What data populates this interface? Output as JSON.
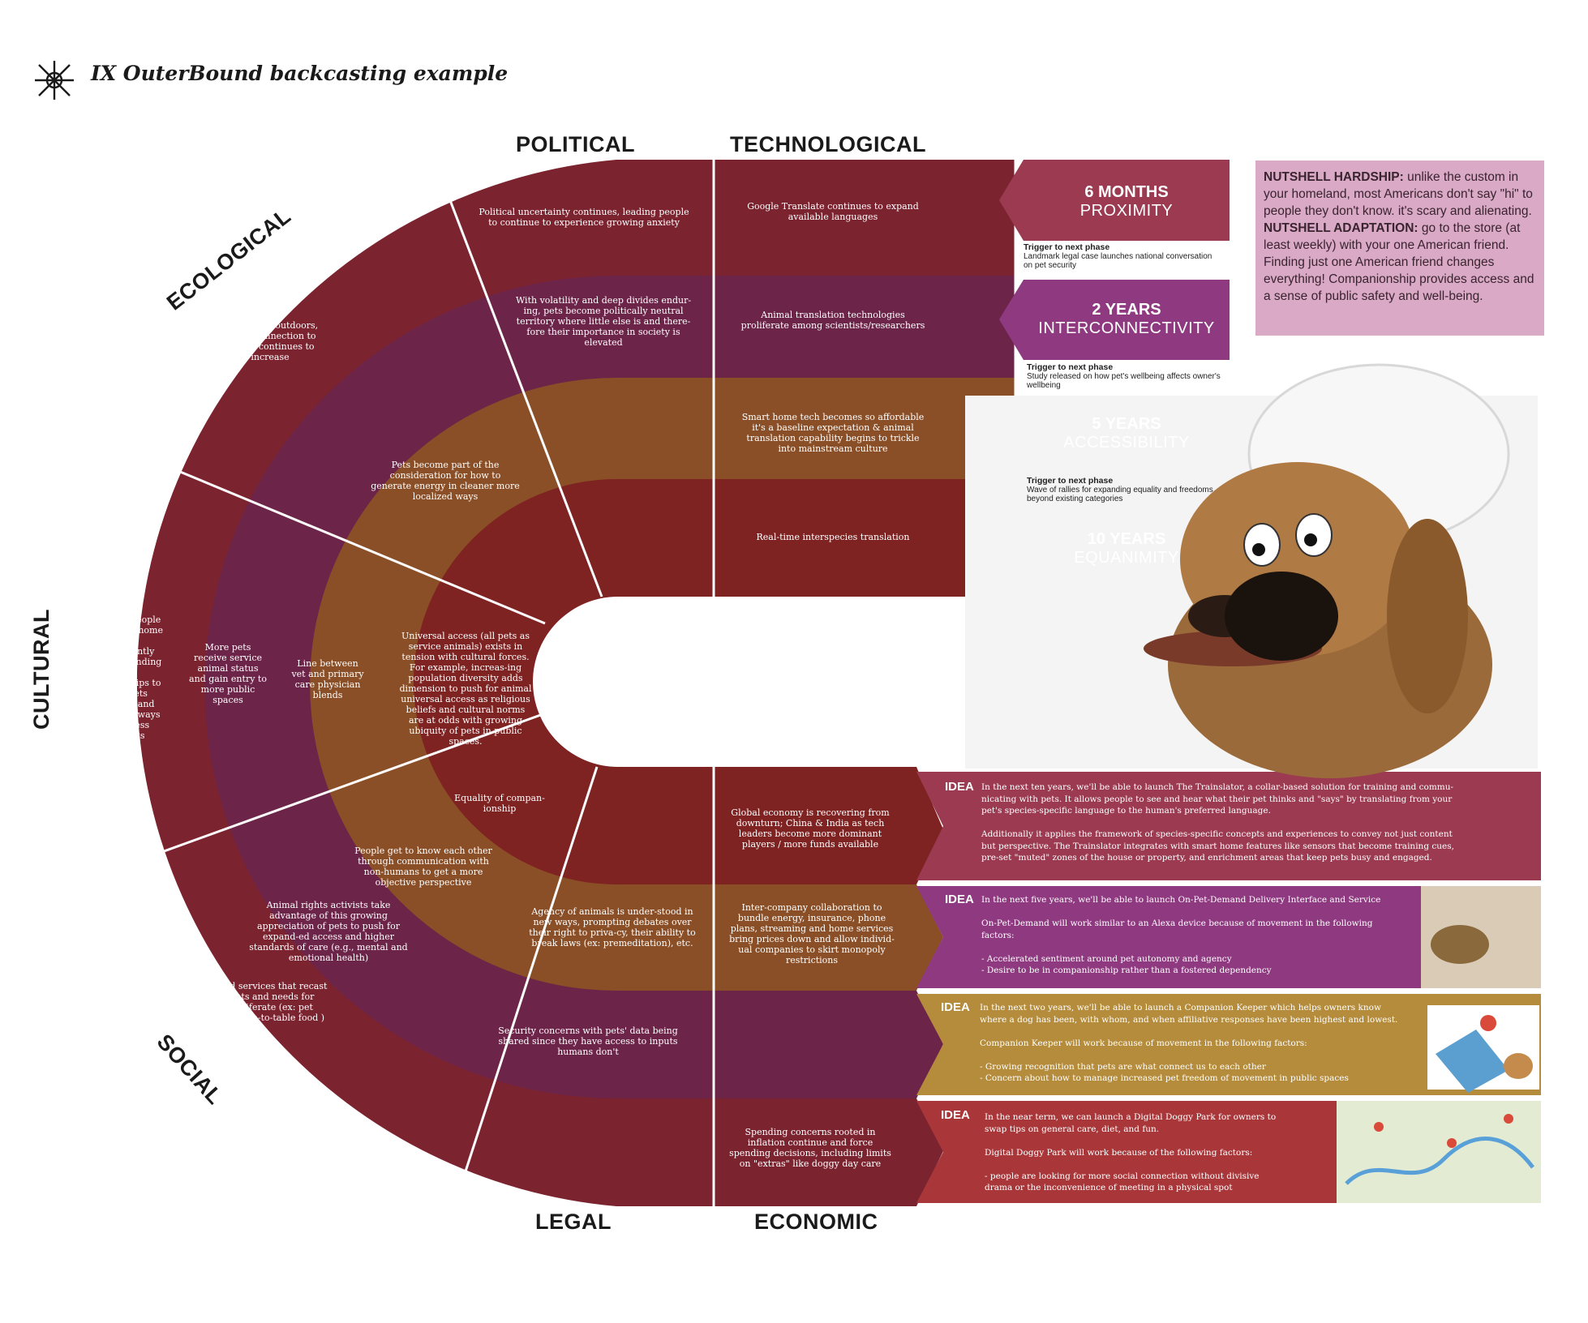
{
  "title": "IX OuterBound backcasting example",
  "colors": {
    "deep_red": "#7c2330",
    "plum": "#6d2449",
    "orange": "#8a4f27",
    "crimson": "#7e2222",
    "phase1": "#9b3a50",
    "phase2": "#8f3a80",
    "phase3": "#b48c3c",
    "phase4": "#a9373a",
    "nutshell_bg": "#d9a9c5"
  },
  "dimensions": {
    "political": "POLITICAL",
    "technological": "TECHNOLOGICAL",
    "ecological": "ECOLOGICAL",
    "cultural": "CULTURAL",
    "social": "SOCIAL",
    "legal": "LEGAL",
    "economic": "ECONOMIC"
  },
  "segments": {
    "pol_outer": "Political  uncertainty continues,  leading people to continue to experience growing anxiety",
    "pol_ring2": "With volatility and deep divides endur-ing, pets become politically neutral territory where little else is and there-fore their importance in society is elevated",
    "tech_1": "Google Translate continues to expand available languages",
    "tech_2": "Animal translation technologies proliferate among scientists/researchers",
    "tech_3": "Smart home tech becomes so affordable it's a baseline expectation & animal translation capability begins to trickle into mainstream culture",
    "tech_4": "Real-time interspecies translation",
    "eco_outer": "Time spent outdoors, closer connection to nature continues to increase",
    "eco_ring3": "Pets become part of the consideration for how to generate energy in cleaner more localized ways",
    "cult_outer": "As more people work from home more permanently they are finding their relationships to their pets evolving and need new ways to address conflicts",
    "cult_ring2": "More pets receive service animal status and gain entry to more public spaces",
    "cult_ring3": "Line between vet and primary care physician blends",
    "cult_ring4": "Universal access (all pets as service animals) exists in tension with cultural forces. For example, increas-ing population diversity adds dimension to push for animal universal access as religious beliefs and cultural norms are at odds with growing ubiquity of pets in public spaces.",
    "soc_ring4": "Equality of compan-ionship",
    "soc_ring3": "People get to know each other through communication with non-humans to get a more objective perspective",
    "soc_ring2": "Animal rights activists take advantage of this growing appreciation of pets to push for expand-ed access and higher standards of care (e.g., mental and emotional health)",
    "soc_outer": "Products and services that recast human wants and needs for animals proliferate (ex: pet insurance & farm-to-table food )",
    "legal_ring3": "Agency of animals is under-stood in new ways, prompting debates over their right to priva-cy, their ability to break laws (ex: premeditation), etc.",
    "legal_ring2": "Security concerns with pets' data being shared since they have access to inputs humans don't",
    "econ_1": "Global economy is recovering from downturn; China & India as tech leaders become more dominant players / more funds available",
    "econ_2": "Inter-company collaboration to bundle energy, insurance, phone plans, streaming and home services bring prices down and allow individ-ual companies to skirt monopoly restrictions",
    "econ_4": "Spending concerns rooted in inflation continue and force spending decisions, including limits on \"extras\" like doggy day care"
  },
  "phases": [
    {
      "time": "6 MONTHS",
      "name": "PROXIMITY",
      "trigger_label": "Trigger to next phase",
      "trigger": "Landmark legal case launches national conversation on pet security"
    },
    {
      "time": "2 YEARS",
      "name": "INTERCONNECTIVITY",
      "trigger_label": "Trigger to next phase",
      "trigger": "Study released on how pet's wellbeing affects owner's wellbeing"
    },
    {
      "time": "5 YEARS",
      "name": "ACCESSIBILITY",
      "trigger_label": "Trigger to next phase",
      "trigger": "Wave of rallies for expanding equality and freedoms beyond existing categories"
    },
    {
      "time": "10 YEARS",
      "name": "EQUANIMITY",
      "trigger_label": "",
      "trigger": ""
    }
  ],
  "nutshell": {
    "hardship_label": "NUTSHELL HARDSHIP:",
    "hardship": " unlike the custom in your homeland, most Americans don't say \"hi\" to people they don't know. it's scary and alienating.",
    "adaptation_label": "NUTSHELL ADAPTATION:",
    "adaptation": " go to the store (at least weekly) with your one American friend. Finding just one American friend changes everything! Companionship provides access and a sense of public safety and well-being."
  },
  "ideas": [
    {
      "tag": "IDEA",
      "text": "In the next ten years, we'll be able to launch The Trainslator, a collar-based solution for training and commu-\nnicating with pets. It allows people to see and hear what their pet thinks and \"says\" by translating from your\npet's species-specific language to the human's preferred language.\n\nAdditionally it applies the framework of species-specific concepts and experiences to convey not just content\nbut perspective.  The Trainslator integrates with smart home features like sensors that become training cues,\npre-set \"muted\" zones of the house or property,  and enrichment areas that keep pets busy and engaged."
    },
    {
      "tag": "IDEA",
      "text": "In the next five years, we'll be able to launch On-Pet-Demand Delivery Interface and Service\n\nOn-Pet-Demand will work similar to an Alexa device because of movement in the following\nfactors:\n\n- Accelerated sentiment around pet autonomy and agency\n- Desire to be in companionship rather than a fostered dependency"
    },
    {
      "tag": "IDEA",
      "text": "In the next two years, we'll be able to launch a Companion Keeper which helps owners know\nwhere a dog has been, with whom, and when affiliative responses have been highest and lowest.\n\nCompanion Keeper will work because of movement in the following factors:\n\n- Growing recognition that pets are what connect us to each other\n- Concern about how to manage increased pet freedom of movement in public spaces"
    },
    {
      "tag": "IDEA",
      "text": "In the near term, we can launch a Digital Doggy Park for owners to\nswap tips on general care, diet, and fun.\n\nDigital Doggy Park will work because of the following factors:\n\n- people are looking for more social connection without divisive\ndrama or the inconvenience of meeting in a physical spot"
    }
  ]
}
